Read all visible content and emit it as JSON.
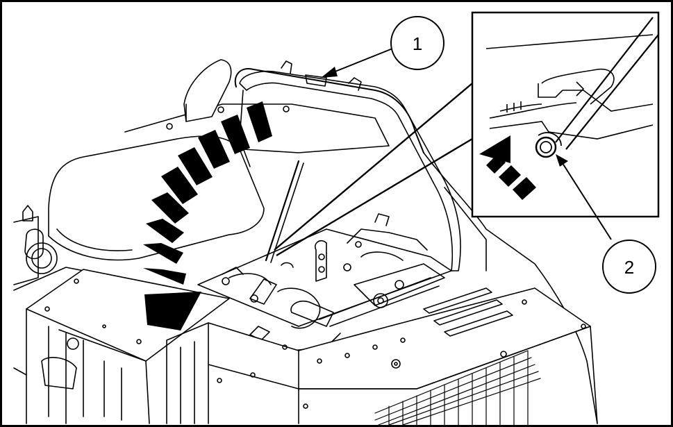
{
  "callouts": [
    {
      "label": "1",
      "target": "hood-handle"
    },
    {
      "label": "2",
      "target": "hood-pivot-pin"
    }
  ],
  "colors": {
    "line": "#000000",
    "background": "#ffffff"
  }
}
